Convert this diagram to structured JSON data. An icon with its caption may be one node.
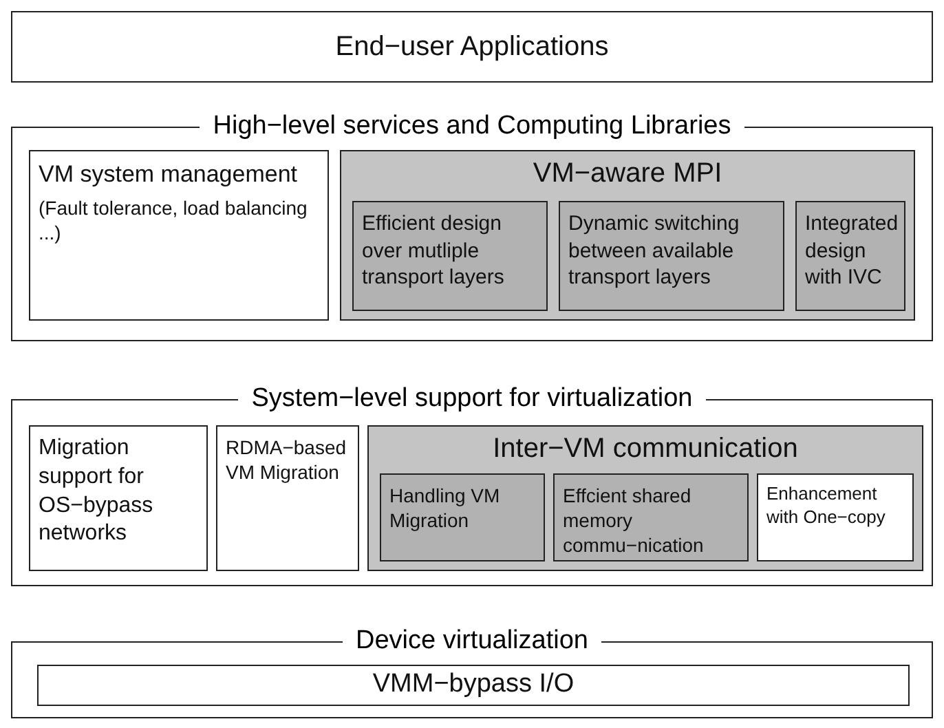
{
  "diagram": {
    "nodes": [
      {
        "text": [
          "End−user Applications"
        ]
      },
      {
        "text": [
          "High−level services and Computing Libraries"
        ]
      },
      {
        "text": [
          "VM system management",
          "(Fault tolerance, load balancing ...)"
        ],
        "in": 1
      },
      {
        "text": [
          "VM−aware MPI"
        ],
        "in": 1
      },
      {
        "text": [
          "Efficient design over mutliple transport layers"
        ],
        "in": 3
      },
      {
        "text": [
          "Dynamic switching between available transport layers"
        ],
        "in": 3
      },
      {
        "text": [
          "Integrated design with IVC"
        ],
        "in": 3
      },
      {
        "text": [
          "System−level support for virtualization"
        ]
      },
      {
        "text": [
          "Migration support for OS−bypass networks"
        ],
        "in": 7
      },
      {
        "text": [
          "RDMA−based VM Migration"
        ],
        "in": 7
      },
      {
        "text": [
          "Inter−VM communication"
        ],
        "in": 7
      },
      {
        "text": [
          "Handling VM Migration"
        ],
        "in": 10
      },
      {
        "text": [
          "Effcient shared memory commu−nication"
        ],
        "in": 10
      },
      {
        "text": [
          "Enhancement with One−copy"
        ],
        "in": 10
      },
      {
        "text": [
          "Device virtualization"
        ]
      },
      {
        "text": [
          "VMM−bypass I/O"
        ],
        "in": 14
      }
    ]
  }
}
